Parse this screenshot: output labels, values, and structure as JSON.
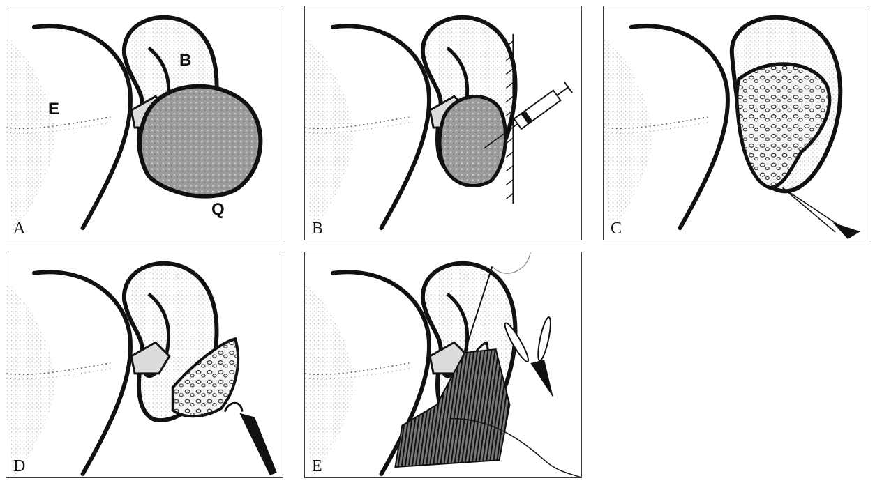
{
  "figure": {
    "panels": [
      {
        "id": "A",
        "letter": "A",
        "description_labels": {
          "ear": "E",
          "pinna": "B",
          "cyst": "Q"
        }
      },
      {
        "id": "B",
        "letter": "B"
      },
      {
        "id": "C",
        "letter": "C"
      },
      {
        "id": "D",
        "letter": "D"
      },
      {
        "id": "E",
        "letter": "E"
      }
    ]
  },
  "colors": {
    "outline": "#111111",
    "fill_gray": "#9a9a9a",
    "stipple": "#cfcfcf",
    "background": "#ffffff"
  },
  "icons": [
    "syringe-icon",
    "scalpel-icon",
    "scissors-icon",
    "needle-holder-icon",
    "suture-icon"
  ]
}
